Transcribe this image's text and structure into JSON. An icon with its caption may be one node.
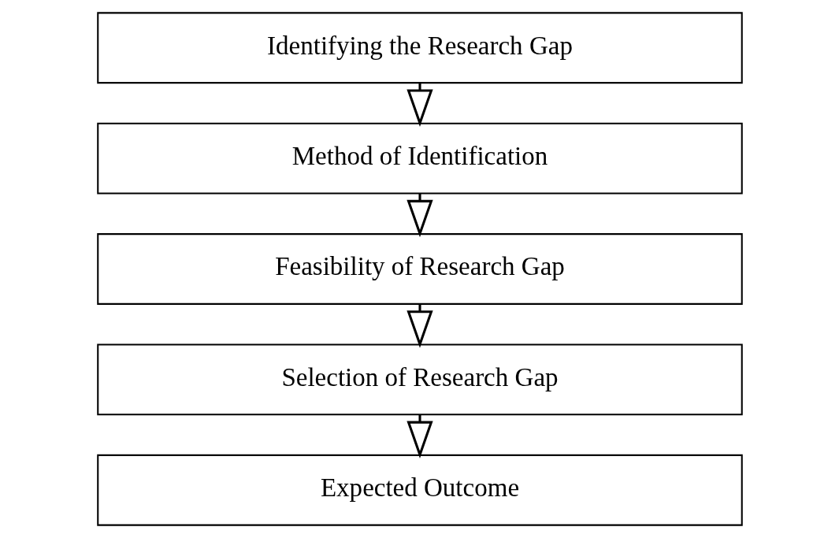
{
  "diagram": {
    "nodes": [
      {
        "text": [
          "Identifying the Research Gap"
        ]
      },
      {
        "text": [
          "Method of Identification"
        ]
      },
      {
        "text": [
          "Feasibility of Research Gap"
        ]
      },
      {
        "text": [
          "Selection of Research Gap"
        ]
      },
      {
        "text": [
          "Expected Outcome"
        ]
      }
    ],
    "edges": [
      {
        "from": 0,
        "to": 1,
        "arrow": "to"
      },
      {
        "from": 1,
        "to": 2,
        "arrow": "to"
      },
      {
        "from": 2,
        "to": 3,
        "arrow": "to"
      },
      {
        "from": 3,
        "to": 4,
        "arrow": "to"
      }
    ]
  }
}
